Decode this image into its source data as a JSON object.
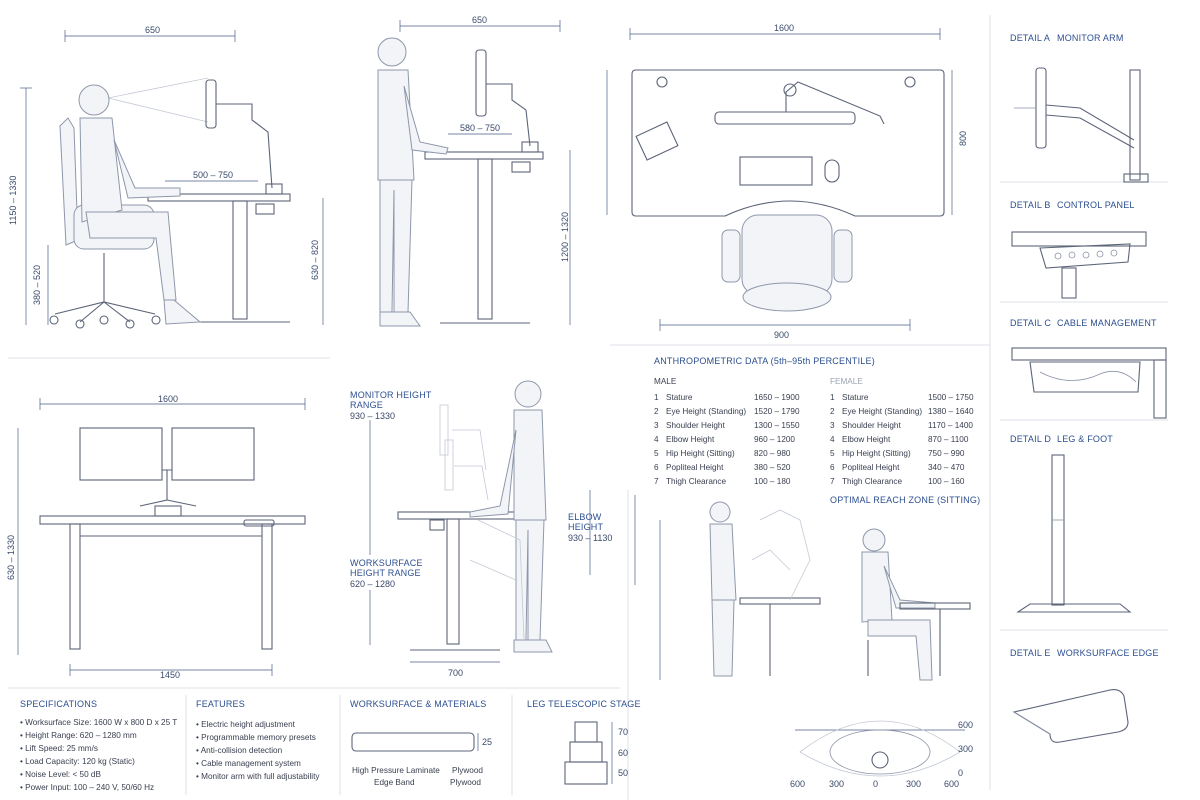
{
  "views": {
    "sitting": {
      "width": "650",
      "screen": "500 – 750",
      "height_total": "1150 – 1330",
      "chair": "380 – 520",
      "desk": "630 – 820"
    },
    "standing": {
      "width": "650",
      "screen": "580 – 750",
      "height": "1200 – 1320"
    },
    "plan": {
      "width": "1600",
      "depth": "800",
      "chair_width": "900"
    },
    "front": {
      "width": "1600",
      "height": "630 – 1330",
      "base": "1450"
    },
    "side": {
      "monitor_title": "MONITOR HEIGHT",
      "monitor_title2": "RANGE",
      "monitor_value": "930 – 1330",
      "elbow_title": "ELBOW",
      "elbow_title2": "HEIGHT",
      "elbow_value": "930 – 1130",
      "work_title": "WORKSURFACE",
      "work_title2": "HEIGHT RANGE",
      "work_value": "620 – 1280",
      "depth": "700"
    }
  },
  "anthro": {
    "title": "ANTHROPOMETRIC DATA (5th–95th PERCENTILE)",
    "male_label": "MALE",
    "female_label": "FEMALE",
    "male": [
      {
        "n": "1",
        "label": "Stature",
        "value": "1650 – 1900"
      },
      {
        "n": "2",
        "label": "Eye Height (Standing)",
        "value": "1520 – 1790"
      },
      {
        "n": "3",
        "label": "Shoulder Height",
        "value": "1300 – 1550"
      },
      {
        "n": "4",
        "label": "Elbow Height",
        "value": "960 – 1200"
      },
      {
        "n": "5",
        "label": "Hip Height (Sitting)",
        "value": "820 – 980"
      },
      {
        "n": "6",
        "label": "Popliteal Height",
        "value": "380 – 520"
      },
      {
        "n": "7",
        "label": "Thigh Clearance",
        "value": "100 – 180"
      }
    ],
    "female": [
      {
        "n": "1",
        "label": "Stature",
        "value": "1500 – 1750"
      },
      {
        "n": "2",
        "label": "Eye Height (Standing)",
        "value": "1380 – 1640"
      },
      {
        "n": "3",
        "label": "Shoulder Height",
        "value": "1170 – 1400"
      },
      {
        "n": "4",
        "label": "Elbow Height",
        "value": "870 – 1100"
      },
      {
        "n": "5",
        "label": "Hip Height (Sitting)",
        "value": "750 – 990"
      },
      {
        "n": "6",
        "label": "Popliteal Height",
        "value": "340 – 470"
      },
      {
        "n": "7",
        "label": "Thigh Clearance",
        "value": "100 – 160"
      }
    ],
    "reach_title": "OPTIMAL REACH ZONE (SITTING)"
  },
  "reach": {
    "ticks": [
      "600",
      "300",
      "0",
      "300",
      "600"
    ],
    "right_ticks": [
      "600",
      "300",
      "0"
    ]
  },
  "details": [
    {
      "id": "DETAIL A",
      "name": "MONITOR ARM"
    },
    {
      "id": "DETAIL B",
      "name": "CONTROL PANEL"
    },
    {
      "id": "DETAIL C",
      "name": "CABLE MANAGEMENT"
    },
    {
      "id": "DETAIL D",
      "name": "LEG & FOOT"
    },
    {
      "id": "DETAIL E",
      "name": "WORKSURFACE EDGE"
    }
  ],
  "specs": {
    "title": "SPECIFICATIONS",
    "items": [
      "Worksurface Size: 1600 W x 800 D x 25 T",
      "Height Range: 620 – 1280 mm",
      "Lift Speed: 25 mm/s",
      "Load Capacity: 120 kg (Static)",
      "Noise Level: < 50 dB",
      "Power Input: 100 – 240 V, 50/60 Hz"
    ]
  },
  "features": {
    "title": "FEATURES",
    "items": [
      "Electric height adjustment",
      "Programmable memory presets",
      "Anti-collision detection",
      "Cable management system",
      "Monitor arm with full adjustability"
    ]
  },
  "materials": {
    "title": "WORKSURFACE & MATERIALS",
    "thickness": "25",
    "left_label1": "High Pressure Laminate",
    "left_label2": "Edge Band",
    "right_label1": "Plywood",
    "right_label2": "Plywood"
  },
  "legstage": {
    "title": "LEG TELESCOPIC STAGE",
    "values": [
      "70",
      "60",
      "50"
    ]
  },
  "colors": {
    "accent": "#2c4f8f",
    "line": "#5c6478",
    "figure": "#f2f4f8"
  }
}
